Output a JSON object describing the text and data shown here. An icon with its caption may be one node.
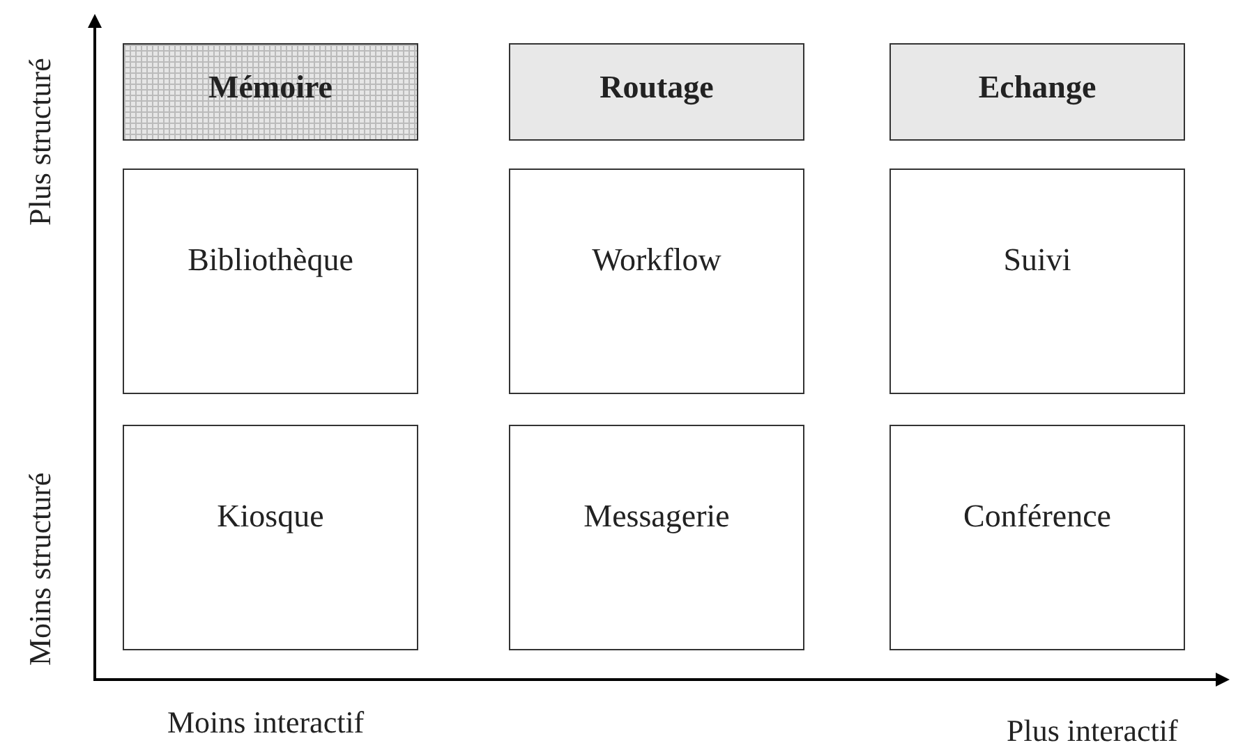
{
  "diagram": {
    "nodes": [
      {
        "text": [
          "Mémoire"
        ]
      },
      {
        "text": [
          "Routage"
        ]
      },
      {
        "text": [
          "Echange"
        ]
      },
      {
        "text": [
          "Bibliothèque"
        ]
      },
      {
        "text": [
          "Workflow"
        ]
      },
      {
        "text": [
          "Suivi"
        ]
      },
      {
        "text": [
          "Kiosque"
        ]
      },
      {
        "text": [
          "Messagerie"
        ]
      },
      {
        "text": [
          "Conférence"
        ]
      }
    ],
    "edges": [],
    "labels": [
      "Plus structuré",
      "Moins structuré",
      "Moins interactif",
      "Plus interactif"
    ]
  }
}
